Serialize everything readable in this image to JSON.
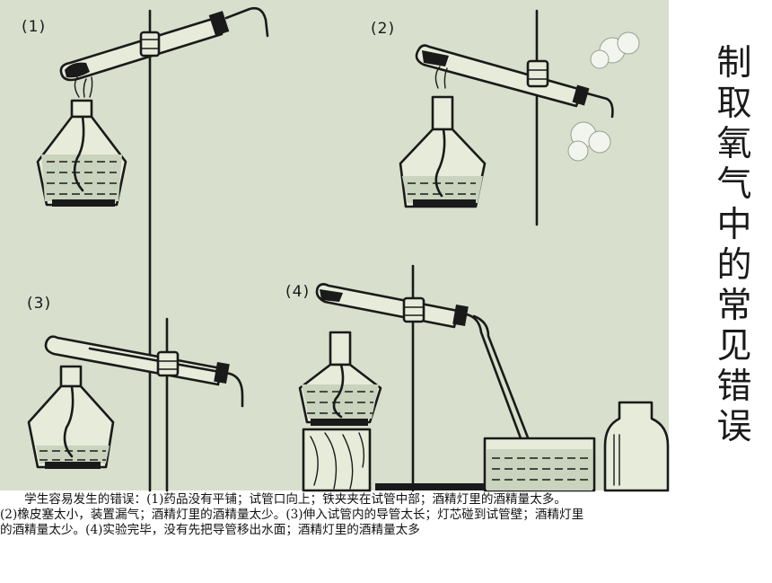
{
  "title": "制取氧气中的常见错误",
  "labels": {
    "fig1": "(1)",
    "fig2": "(2)",
    "fig3": "(3)",
    "fig4": "(4)"
  },
  "caption": {
    "line1": "　　学生容易发生的错误：(1)药品没有平铺；试管口向上；铁夹夹在试管中部；酒精灯里的酒精量太多。",
    "line2": "(2)橡皮塞太小，装置漏气；酒精灯里的酒精量太少。(3)伸入试管内的导管太长；灯芯碰到试管壁；酒精灯里",
    "line3": "的酒精量太少。(4)实验完毕，没有先把导管移出水面；酒精灯里的酒精量太多"
  },
  "colors": {
    "panel": "#d8dfcc",
    "ink": "#1a1a1a"
  }
}
